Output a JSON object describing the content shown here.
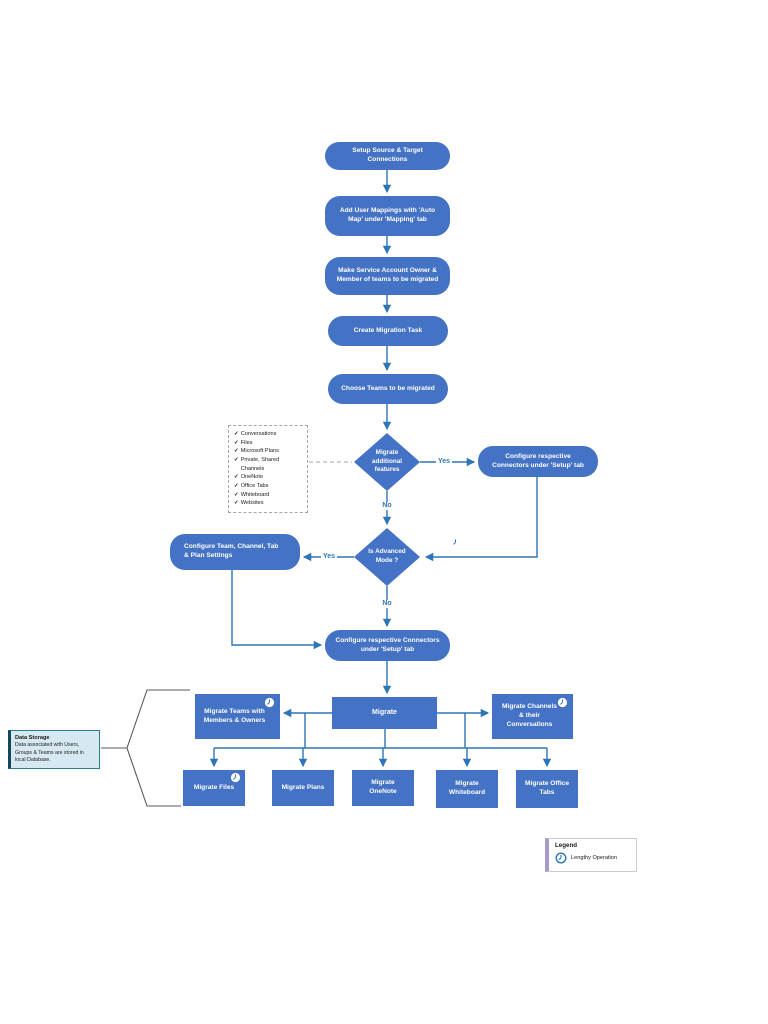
{
  "flowchart": {
    "nodes": {
      "setup": "Setup Source & Target Connections",
      "user_mappings": "Add User Mappings with 'Auto Map' under 'Mapping' tab",
      "service_account": "Make Service Account Owner & Member of teams to be migrated",
      "create_task": "Create Migration Task",
      "choose_teams": "Choose Teams to be migrated",
      "migrate_additional": "Migrate additional features",
      "configure_connectors_1": "Configure respective Connectors under 'Setup' tab",
      "advanced_mode": "Is Advanced Mode ?",
      "configure_settings": "Configure Team, Channel, Tab & Plan Settings",
      "configure_connectors_2": "Configure respective Connectors under 'Setup' tab",
      "migrate": "Migrate",
      "migrate_teams": "Migrate Teams with Members & Owners",
      "migrate_channels": "Migrate Channels & their Conversations",
      "migrate_files": "Migrate Files",
      "migrate_plans": "Migrate Plans",
      "migrate_onenote": "Migrate OneNote",
      "migrate_whiteboard": "Migrate Whiteboard",
      "migrate_office_tabs": "Migrate Office Tabs"
    },
    "decision_labels": {
      "yes": "Yes",
      "no": "No"
    },
    "checklist": [
      "Conversations",
      "Files",
      "Microsoft Plans",
      "Private, Shared Channels",
      "OneNote",
      "Office Tabs",
      "Whiteboard",
      "Websites"
    ],
    "data_storage": {
      "title": "Data Storage",
      "body": "Data associated with Users, Groups & Teams are stored in local Database."
    },
    "legend": {
      "title": "Legend",
      "lengthy_operation": "Lengthy Operation"
    },
    "icons": {
      "check": "✓",
      "clock": "clock-icon"
    },
    "colors": {
      "node_fill": "#4472C4",
      "connector": "#2E75B6",
      "node_text": "#FFFFFF",
      "data_storage_fill": "#D6E9F2",
      "data_storage_border": "#2E7A93",
      "legend_accent": "#A899C9",
      "dashed_line": "#A6A6A6"
    }
  }
}
